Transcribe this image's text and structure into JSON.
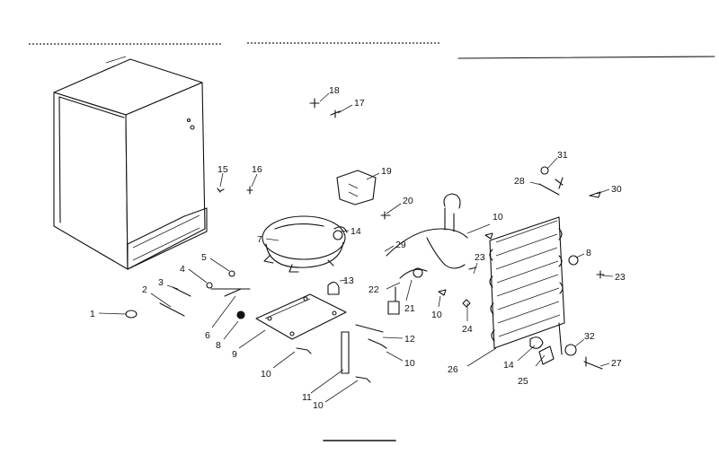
{
  "diagram": {
    "callouts": [
      "1",
      "2",
      "3",
      "4",
      "5",
      "6",
      "8",
      "9",
      "10",
      "11",
      "10",
      "7",
      "14",
      "13",
      "15",
      "16",
      "18",
      "17",
      "19",
      "20",
      "29",
      "22",
      "21",
      "10",
      "12",
      "10",
      "10",
      "23",
      "24",
      "26",
      "14",
      "25",
      "28",
      "31",
      "30",
      "8",
      "23",
      "32",
      "27"
    ]
  },
  "colors": {
    "ink": "#111111",
    "paper": "#ffffff"
  }
}
